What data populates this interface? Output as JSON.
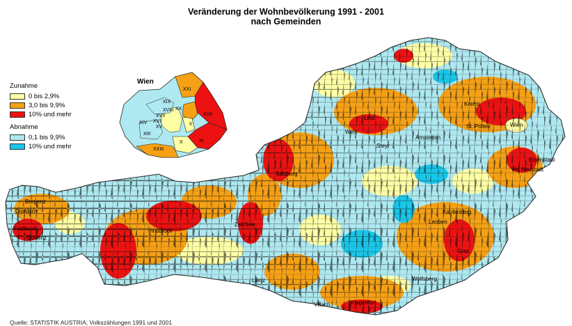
{
  "title_line1": "Veränderung der Wohnbevölkerung 1991 - 2001",
  "title_line2": "nach Gemeinden",
  "legend": {
    "increase_heading": "Zunahme",
    "decrease_heading": "Abnahme",
    "items": [
      {
        "label": "0 bis 2,9%",
        "color": "#ffffa6"
      },
      {
        "label": "3,0 bis 9,9%",
        "color": "#f5a015"
      },
      {
        "label": "10% und mehr",
        "color": "#ee1111"
      },
      {
        "label": "0,1 bis 9,9%",
        "color": "#aee8f0"
      },
      {
        "label": "10% und mehr",
        "color": "#19c6e8"
      }
    ]
  },
  "inset": {
    "title": "Wien",
    "districts": [
      "XXI",
      "XIX",
      "XX",
      "XXII",
      "XVIII",
      "XVII",
      "XVI",
      "XIV",
      "XV",
      "XIII",
      "XXIII",
      "II",
      "XI",
      "X"
    ]
  },
  "cities": [
    "Krems",
    "Linz",
    "Wels",
    "St. Pölten",
    "Wien",
    "Amstetten",
    "Steyr",
    "Eisenstadt",
    "Wr. Neustadt",
    "Bregenz",
    "Dornbirn",
    "Salzburg",
    "Feldkirch",
    "Bludenz",
    "Innsbruck",
    "Zell/See",
    "Kapfenberg",
    "Leoben",
    "Graz",
    "Lienz",
    "Wolfsberg",
    "Villach",
    "Klagenfurt"
  ],
  "source": "Quelle: STATISTIK AUSTRIA; Volkszählungen 1991 und 2001"
}
